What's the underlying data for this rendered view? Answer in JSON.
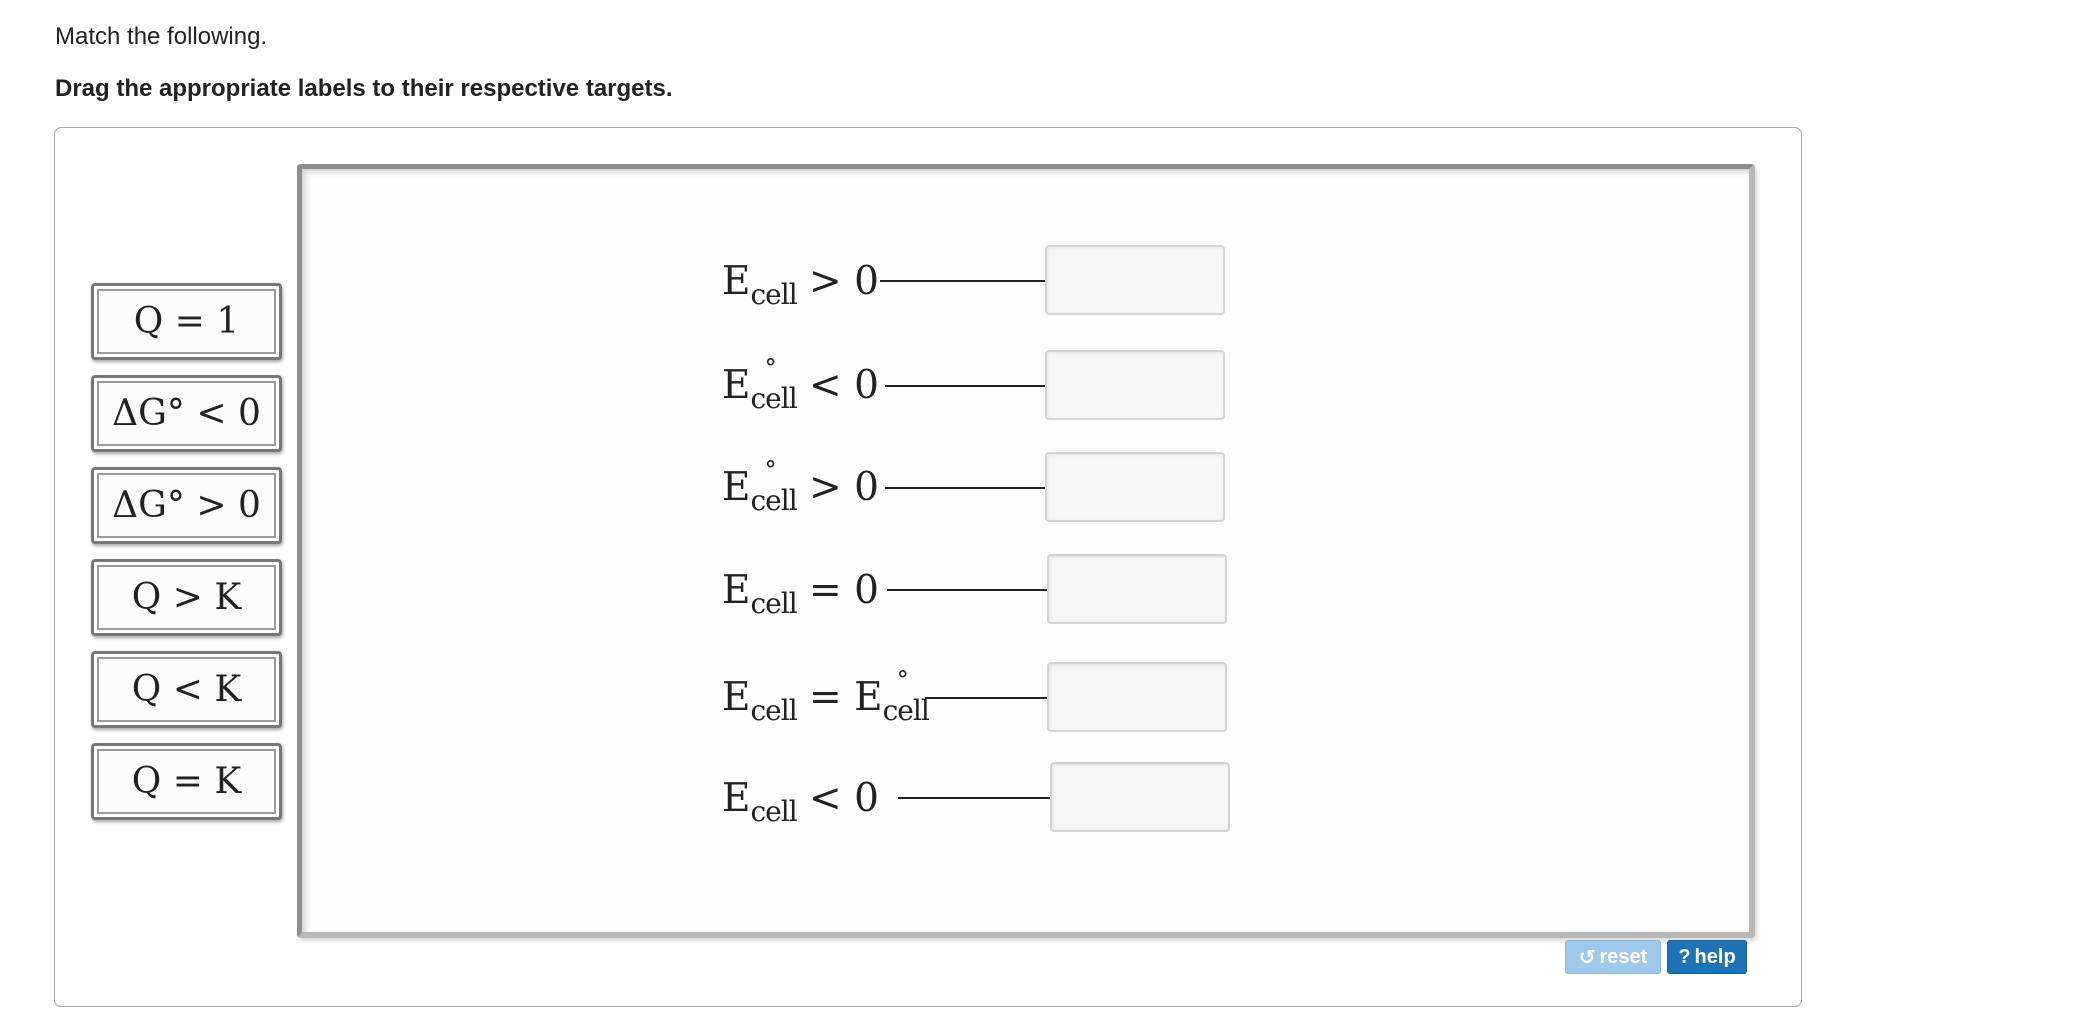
{
  "instructions": {
    "line1": "Match the following.",
    "line2": "Drag the appropriate labels to their respective targets."
  },
  "labels": [
    {
      "text": "Q = 1"
    },
    {
      "text": "ΔG° < 0"
    },
    {
      "text": "ΔG° > 0"
    },
    {
      "text": "Q > K"
    },
    {
      "text": "Q < K"
    },
    {
      "text": "Q = K"
    }
  ],
  "targets": [
    {
      "symbol": "E",
      "sub": "cell",
      "deg": "",
      "rel": " > 0",
      "rhs_symbol": "",
      "rhs_sub": "",
      "rhs_deg": ""
    },
    {
      "symbol": "E",
      "sub": "cell",
      "deg": "°",
      "rel": " < 0",
      "rhs_symbol": "",
      "rhs_sub": "",
      "rhs_deg": ""
    },
    {
      "symbol": "E",
      "sub": "cell",
      "deg": "°",
      "rel": " > 0",
      "rhs_symbol": "",
      "rhs_sub": "",
      "rhs_deg": ""
    },
    {
      "symbol": "E",
      "sub": "cell",
      "deg": "",
      "rel": " = 0",
      "rhs_symbol": "",
      "rhs_sub": "",
      "rhs_deg": ""
    },
    {
      "symbol": "E",
      "sub": "cell",
      "deg": "",
      "rel": " = ",
      "rhs_symbol": "E",
      "rhs_sub": "cell",
      "rhs_deg": "°"
    },
    {
      "symbol": "E",
      "sub": "cell",
      "deg": "",
      "rel": " < 0",
      "rhs_symbol": "",
      "rhs_sub": "",
      "rhs_deg": ""
    }
  ],
  "buttons": {
    "reset_icon": "↺",
    "reset_label": "reset",
    "help_icon": "?",
    "help_label": "help"
  },
  "colors": {
    "reset_button": "#9fc9ea",
    "help_button": "#1e73b7"
  },
  "icons": {
    "reset": "reset-arrow-icon",
    "help": "question-mark-icon"
  }
}
